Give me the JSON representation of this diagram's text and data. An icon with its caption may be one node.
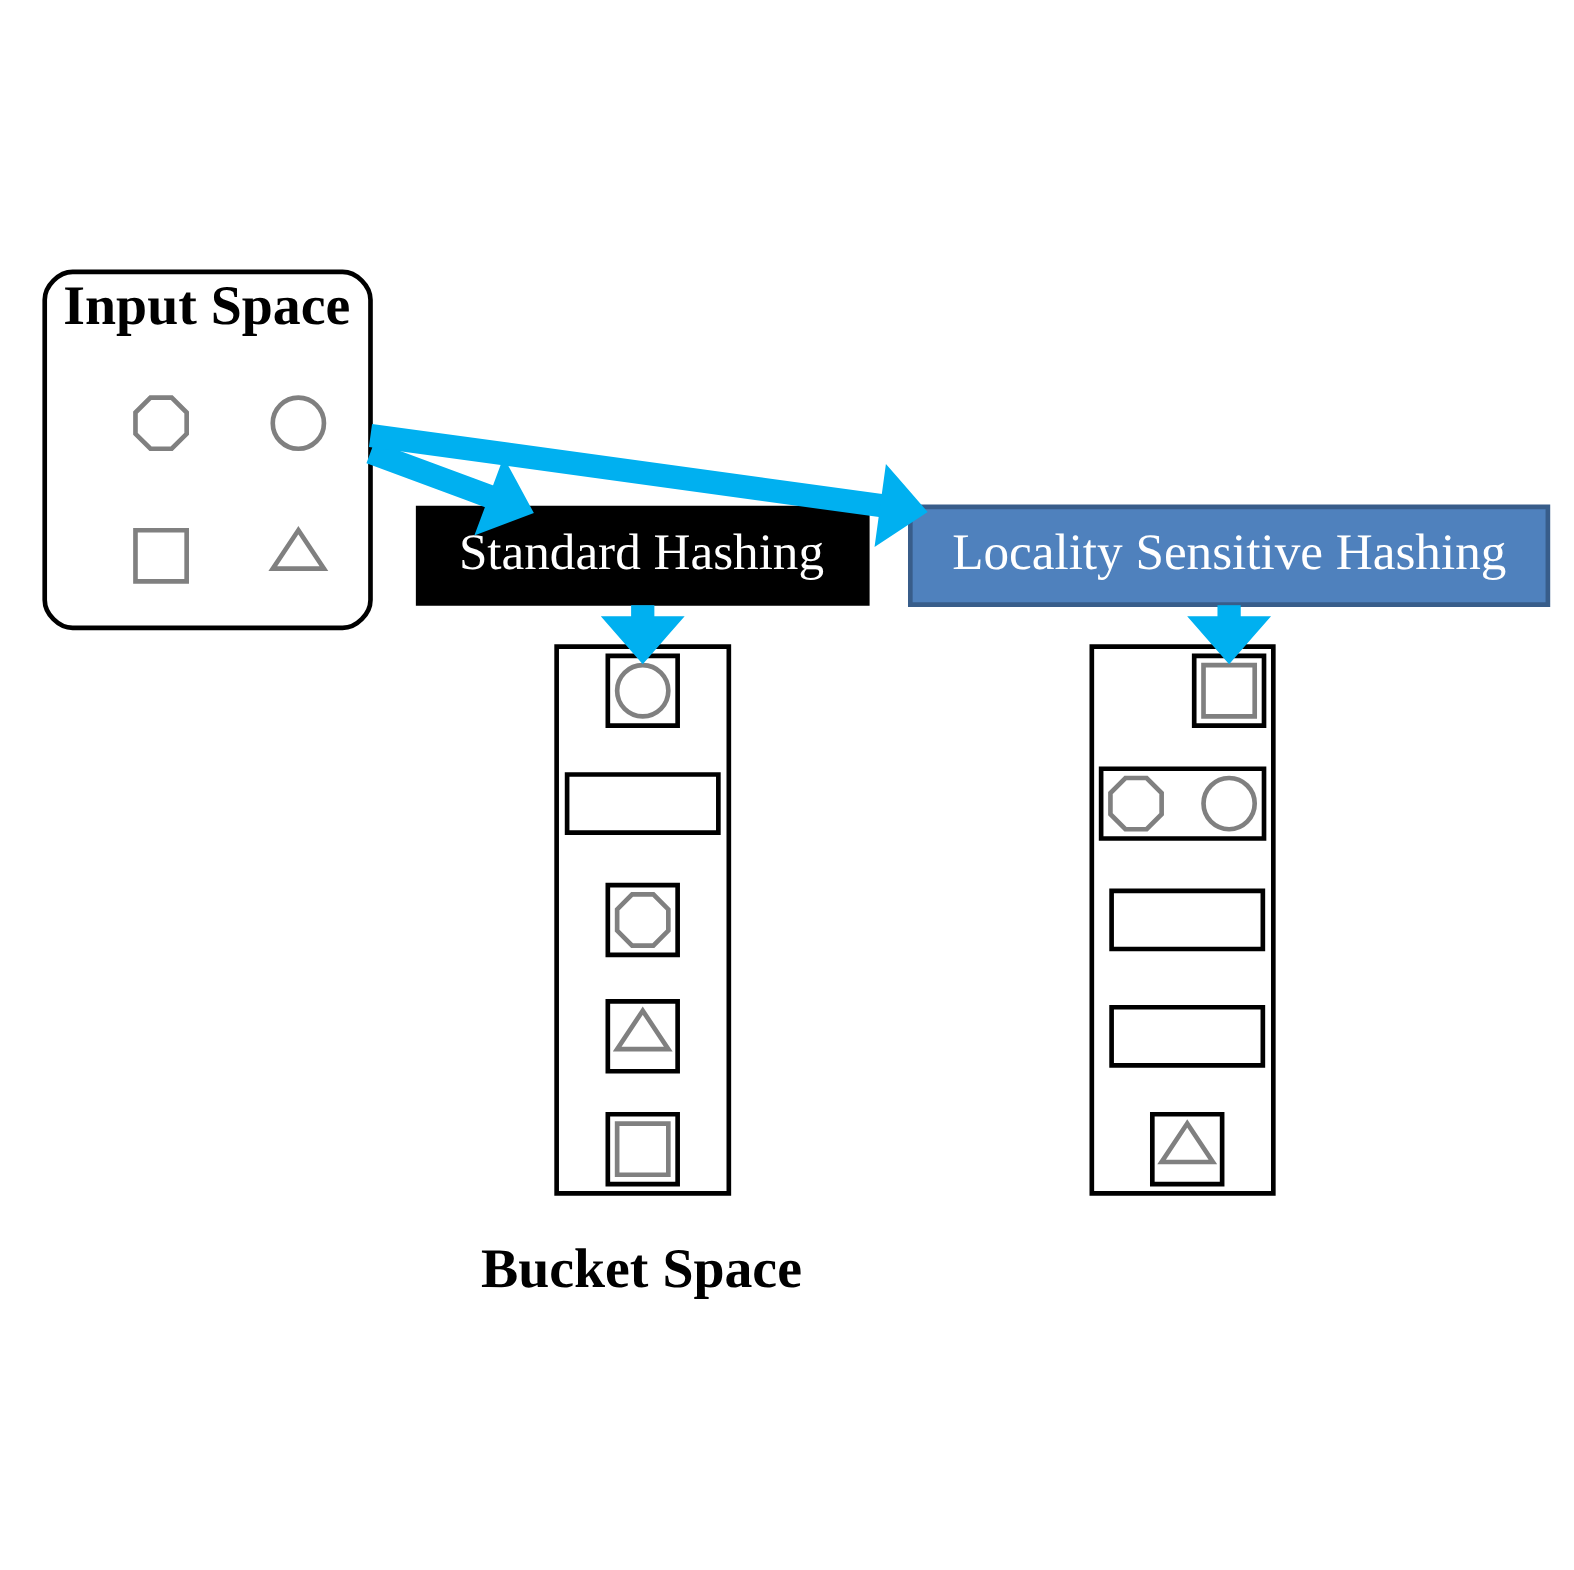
{
  "diagram": {
    "nodes": [
      {
        "text": [
          "Input Space"
        ]
      },
      {
        "text": [],
        "shape": "circle",
        "in": 0
      },
      {
        "text": [],
        "shape": "octagon",
        "in": 0
      },
      {
        "text": [],
        "shape": "triangle",
        "in": 0
      },
      {
        "text": [],
        "shape": "box",
        "in": 0
      },
      {
        "text": [
          "Standard Hashing"
        ]
      },
      {
        "text": [
          "Locality Sensitive Hashing"
        ]
      },
      {
        "text": [],
        "shape": "box"
      },
      {
        "text": [],
        "shape": "box",
        "in": 7
      },
      {
        "text": [],
        "shape": "circle",
        "in": 8
      },
      {
        "text": [],
        "shape": "box",
        "in": 7
      },
      {
        "text": [],
        "shape": "box",
        "in": 7
      },
      {
        "text": [],
        "shape": "octagon",
        "in": 11
      },
      {
        "text": [],
        "shape": "box",
        "in": 7
      },
      {
        "text": [],
        "shape": "triangle",
        "in": 13
      },
      {
        "text": [],
        "shape": "box",
        "in": 7
      },
      {
        "text": [],
        "shape": "box",
        "in": 15
      },
      {
        "text": [],
        "shape": "box"
      },
      {
        "text": [],
        "shape": "box",
        "in": 17
      },
      {
        "text": [],
        "shape": "box",
        "in": 18
      },
      {
        "text": [],
        "shape": "box",
        "in": 17
      },
      {
        "text": [],
        "shape": "circle",
        "in": 20
      },
      {
        "text": [],
        "shape": "octagon",
        "in": 20
      },
      {
        "text": [],
        "shape": "box",
        "in": 17
      },
      {
        "text": [],
        "shape": "box",
        "in": 17
      },
      {
        "text": [],
        "shape": "box",
        "in": 17
      },
      {
        "text": [],
        "shape": "triangle",
        "in": 25
      }
    ],
    "edges": [
      {
        "from": 0,
        "to": 5,
        "arrow": "to"
      },
      {
        "from": 0,
        "to": 6,
        "arrow": "to"
      },
      {
        "from": 5,
        "to": 7,
        "arrow": "to"
      },
      {
        "from": 6,
        "to": 17,
        "arrow": "to"
      }
    ],
    "labels": [
      "Bucket Space"
    ]
  }
}
